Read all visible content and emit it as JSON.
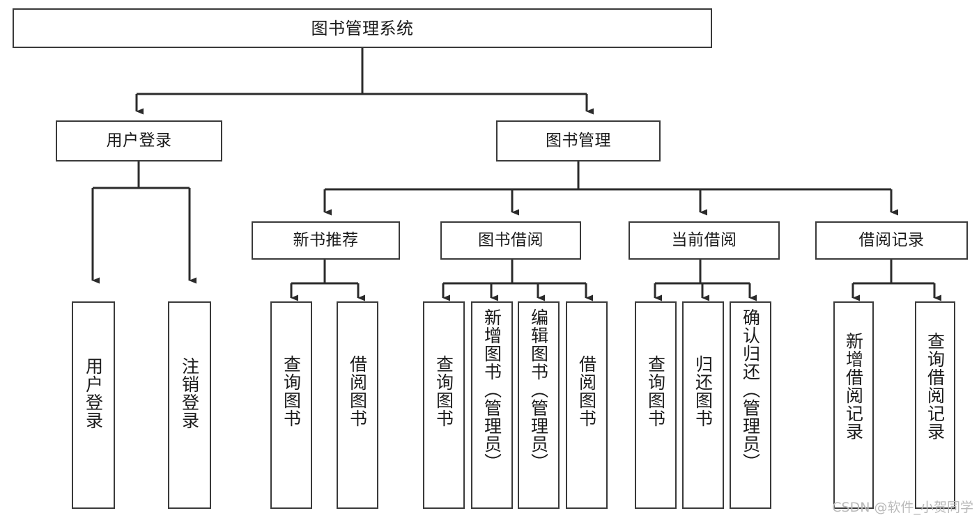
{
  "diagram": {
    "title": "图书管理系统",
    "watermark": "CSDN @软件_小贺同学",
    "colors": {
      "box_border": "#3a3a3a",
      "box_fill": "#ffffff",
      "edge": "#2b2b2b",
      "text": "#1b1b1b",
      "watermark": "#b9b9b9"
    },
    "levels": {
      "root": "图书管理系统",
      "level2": [
        "用户登录",
        "图书管理"
      ],
      "level3": [
        "新书推荐",
        "图书借阅",
        "当前借阅",
        "借阅记录"
      ]
    },
    "nodes": {
      "root": {
        "label": "图书管理系统"
      },
      "user_login": {
        "label": "用户登录"
      },
      "book_manage": {
        "label": "图书管理"
      },
      "new_book_rec": {
        "label": "新书推荐"
      },
      "book_borrow": {
        "label": "图书借阅"
      },
      "current_borrow": {
        "label": "当前借阅"
      },
      "borrow_record": {
        "label": "借阅记录"
      },
      "leaf_user_login": {
        "label": "用户登录"
      },
      "leaf_logout": {
        "label": "注销登录"
      },
      "leaf_query_book_1": {
        "label": "查询图书"
      },
      "leaf_borrow_book_1": {
        "label": "借阅图书"
      },
      "leaf_query_book_2": {
        "label": "查询图书"
      },
      "leaf_add_book": {
        "label": "新增图书（管理员）"
      },
      "leaf_edit_book": {
        "label": "编辑图书（管理员）"
      },
      "leaf_borrow_book_2": {
        "label": "借阅图书"
      },
      "leaf_query_book_3": {
        "label": "查询图书"
      },
      "leaf_return_book": {
        "label": "归还图书"
      },
      "leaf_confirm_return": {
        "label": "确认归还（管理员）"
      },
      "leaf_add_record": {
        "label": "新增借阅记录"
      },
      "leaf_query_record": {
        "label": "查询借阅记录"
      }
    },
    "edges": [
      {
        "from": "root",
        "to": "user_login"
      },
      {
        "from": "root",
        "to": "book_manage"
      },
      {
        "from": "user_login",
        "to": "leaf_user_login"
      },
      {
        "from": "user_login",
        "to": "leaf_logout"
      },
      {
        "from": "book_manage",
        "to": "new_book_rec"
      },
      {
        "from": "book_manage",
        "to": "book_borrow"
      },
      {
        "from": "book_manage",
        "to": "current_borrow"
      },
      {
        "from": "book_manage",
        "to": "borrow_record"
      },
      {
        "from": "new_book_rec",
        "to": "leaf_query_book_1"
      },
      {
        "from": "new_book_rec",
        "to": "leaf_borrow_book_1"
      },
      {
        "from": "book_borrow",
        "to": "leaf_query_book_2"
      },
      {
        "from": "book_borrow",
        "to": "leaf_add_book"
      },
      {
        "from": "book_borrow",
        "to": "leaf_edit_book"
      },
      {
        "from": "book_borrow",
        "to": "leaf_borrow_book_2"
      },
      {
        "from": "current_borrow",
        "to": "leaf_query_book_3"
      },
      {
        "from": "current_borrow",
        "to": "leaf_return_book"
      },
      {
        "from": "current_borrow",
        "to": "leaf_confirm_return"
      },
      {
        "from": "borrow_record",
        "to": "leaf_add_record"
      },
      {
        "from": "borrow_record",
        "to": "leaf_query_record"
      }
    ]
  }
}
